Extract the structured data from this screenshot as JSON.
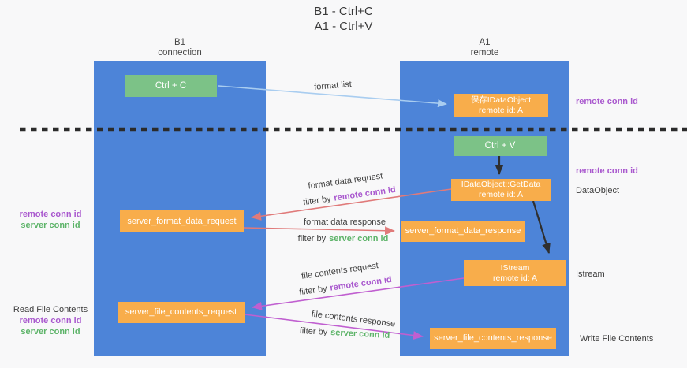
{
  "title": {
    "line1": "B1 - Ctrl+C",
    "line2": "A1 - Ctrl+V"
  },
  "columns": {
    "left": {
      "name": "B1",
      "role": "connection"
    },
    "right": {
      "name": "A1",
      "role": "remote"
    }
  },
  "boxes": {
    "ctrl_c": {
      "label": "Ctrl + C"
    },
    "ctrl_v": {
      "label": "Ctrl + V"
    },
    "save_dataobject": {
      "line1": "保存IDataObject",
      "line2": "remote id: A"
    },
    "getdata": {
      "line1": "IDataObject::GetData",
      "line2": "remote id: A"
    },
    "istream": {
      "line1": "IStream",
      "line2": "remote id: A"
    },
    "server_format_data_request": {
      "label": "server_format_data_request"
    },
    "server_format_data_response": {
      "label": "server_format_data_response"
    },
    "server_file_contents_request": {
      "label": "server_file_contents_request"
    },
    "server_file_contents_response": {
      "label": "server_file_contents_response"
    }
  },
  "arrow_labels": {
    "format_list": "format list",
    "format_data_request": "format data request",
    "format_data_response": "format data response",
    "file_contents_request": "file contents request",
    "file_contents_response": "file contents response",
    "filter_by": "filter by"
  },
  "side_labels": {
    "remote_conn_id": "remote conn id",
    "server_conn_id": "server conn id",
    "dataobject": "DataObject",
    "istream": "Istream",
    "read_file_contents": "Read File Contents",
    "write_file_contents": "Write File Contents"
  },
  "colors": {
    "column_blue": "#4d84d8",
    "box_orange": "#f8ad4b",
    "box_green": "#7cc287",
    "arrow_red": "#e07a7a",
    "arrow_magenta": "#c05fd0",
    "arrow_light_blue": "#a9cdf0",
    "arrow_black": "#2f2f2f",
    "label_purple": "#a958ce",
    "label_green": "#5cb368",
    "divider_black": "#2b2b2b"
  }
}
